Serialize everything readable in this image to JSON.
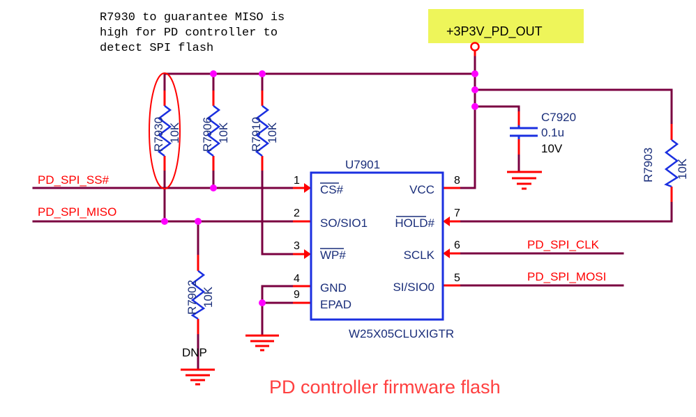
{
  "comment": {
    "lines": [
      "R7930 to guarantee MISO is",
      "high for PD controller to",
      "detect SPI flash"
    ]
  },
  "power": {
    "label": "+3P3V_PD_OUT",
    "fill_color": "#eef55a"
  },
  "nets": {
    "ss": "PD_SPI_SS#",
    "miso": "PD_SPI_MISO",
    "clk": "PD_SPI_CLK",
    "mosi": "PD_SPI_MOSI"
  },
  "resistors": [
    {
      "ref": "R7930",
      "value": "10K"
    },
    {
      "ref": "R7906",
      "value": "10K"
    },
    {
      "ref": "R7910",
      "value": "10K"
    },
    {
      "ref": "R7903",
      "value": "10K"
    },
    {
      "ref": "R7902",
      "value": "10K",
      "note": "DNP"
    }
  ],
  "capacitor": {
    "ref": "C7920",
    "value": "0.1u",
    "voltage": "10V"
  },
  "ic": {
    "ref": "U7901",
    "part": "W25X05CLUXIGTR",
    "left_pins": [
      {
        "num": "1",
        "name": "CS#",
        "overbar": "CS"
      },
      {
        "num": "2",
        "name": "SO/SIO1"
      },
      {
        "num": "3",
        "name": "WP#",
        "overbar": "WP"
      },
      {
        "num": "4",
        "name": "GND"
      },
      {
        "num": "9",
        "name": "EPAD"
      }
    ],
    "right_pins": [
      {
        "num": "8",
        "name": "VCC"
      },
      {
        "num": "7",
        "name": "HOLD#",
        "overbar": "HOLD"
      },
      {
        "num": "6",
        "name": "SCLK"
      },
      {
        "num": "5",
        "name": "SI/SIO0"
      }
    ]
  },
  "colors": {
    "wire": "#7a0040",
    "pin": "#ff0000",
    "component": "#1a2fe0",
    "junction": "#ff00ff",
    "net_label": "#ff0000",
    "title": "#ff4040"
  },
  "title": "PD controller firmware flash"
}
